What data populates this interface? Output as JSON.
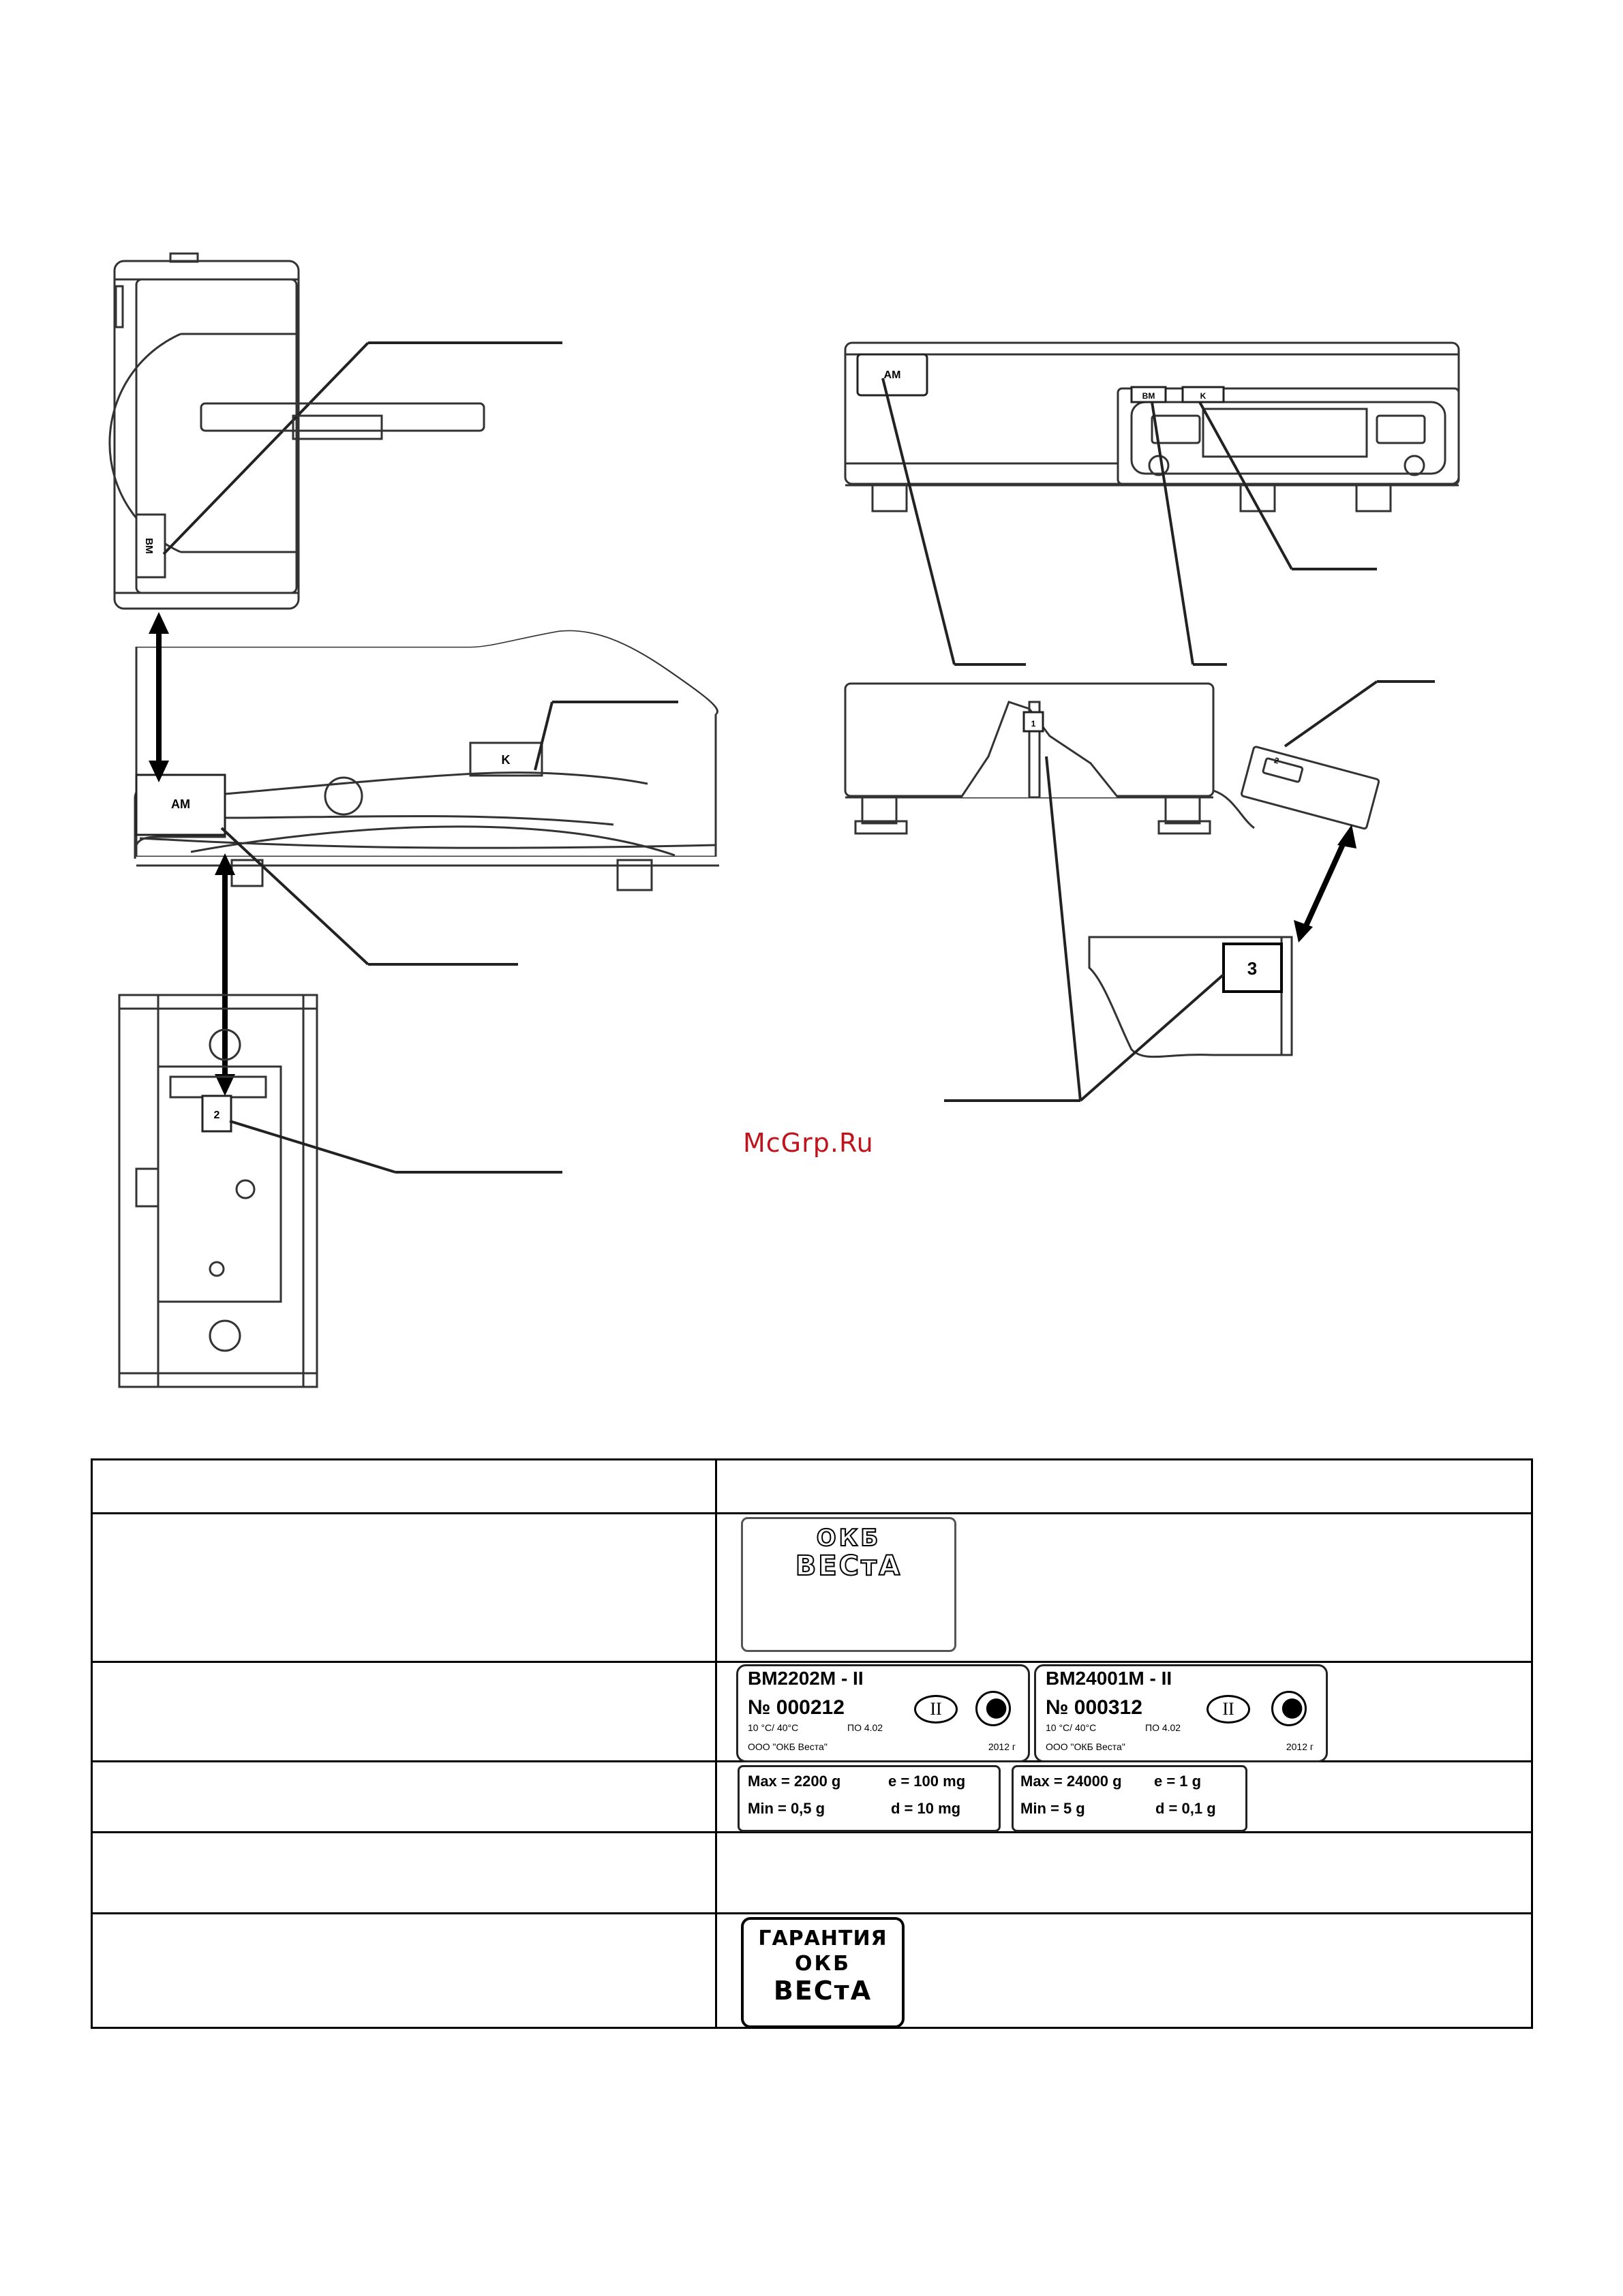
{
  "drawing": {
    "callouts": {
      "left_top_badge": "BM",
      "side_view_am": "AM",
      "side_view_k": "K",
      "bottom_view_badge": "2",
      "front_view_am": "AM",
      "front_view_vm": "BM",
      "front_view_k": "K",
      "section_badge": "1",
      "display_tab": "2",
      "detail_badge": "3"
    },
    "watermark": "McGrp.Ru"
  },
  "table": {
    "rows": [
      {
        "plate_type": "logo",
        "logo": {
          "line1": "ОКБ",
          "line2": "ВЕСтА"
        }
      },
      {
        "plate_type": "model",
        "plates": [
          {
            "model": "BM2202M - II",
            "serial": "№ 000212",
            "class_mark": "II",
            "temp": "10 °C/ 40°C",
            "po": "ПО  4.02",
            "maker": "ООО \"ОКБ Веста\"",
            "year": "2012 г"
          },
          {
            "model": "BM24001M - II",
            "serial": "№ 000312",
            "class_mark": "II",
            "temp": "10 °C/ 40°C",
            "po": "ПО  4.02",
            "maker": "ООО \"ОКБ Веста\"",
            "year": "2012 г"
          }
        ]
      },
      {
        "plate_type": "limits",
        "plates": [
          {
            "max": "Max = 2200 g",
            "e": "e = 100 mg",
            "min": "Min = 0,5 g",
            "d": "d = 10 mg"
          },
          {
            "max": "Max = 24000 g",
            "e": "e = 1 g",
            "min": "Min = 5 g",
            "d": "d = 0,1 g"
          }
        ]
      },
      {
        "plate_type": "empty"
      },
      {
        "plate_type": "warranty",
        "warranty": {
          "line1": "ГАРАНТИЯ",
          "line2": "ОКБ",
          "line3": "ВЕСтА"
        }
      }
    ]
  }
}
